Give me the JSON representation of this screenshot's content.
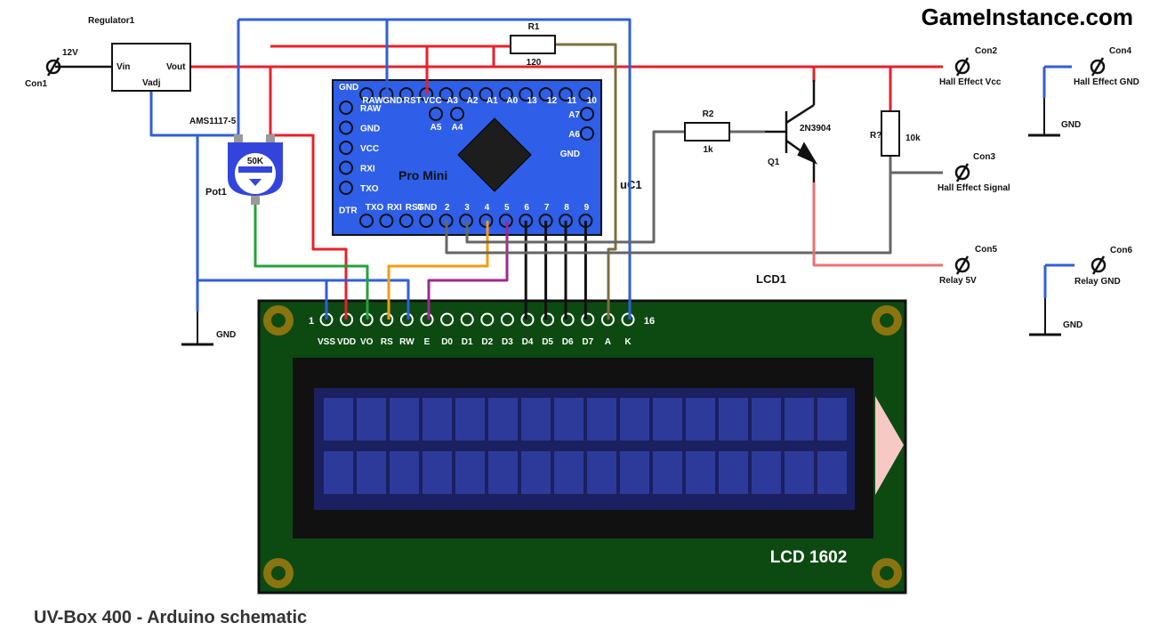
{
  "site_title": "GameInstance.com",
  "diagram_title": "UV-Box 400 - Arduino schematic",
  "regulator": {
    "name": "Regulator1",
    "part": "AMS1117-5",
    "vin": "Vin",
    "vout": "Vout",
    "vadj": "Vadj"
  },
  "con1": {
    "name": "Con1",
    "label": "12V"
  },
  "pot": {
    "name": "Pot1",
    "value": "50K"
  },
  "mcu": {
    "name": "uC1",
    "label": "Pro Mini",
    "top_pins": [
      "GND",
      "RAW",
      "GND",
      "RST",
      "VCC",
      "A3",
      "A2",
      "A1",
      "A0",
      "13",
      "12",
      "11",
      "10"
    ],
    "left_pins": [
      "RAW",
      "GND",
      "VCC",
      "RXI",
      "TXO",
      "DTR"
    ],
    "inner_pins": [
      "A5",
      "A4"
    ],
    "right_pins": [
      "A7",
      "A6",
      "GND"
    ],
    "bottom_pins": [
      "TXO",
      "RXI",
      "RST",
      "GND",
      "2",
      "3",
      "4",
      "5",
      "6",
      "7",
      "8",
      "9"
    ]
  },
  "r1": {
    "name": "R1",
    "value": "120"
  },
  "r2": {
    "name": "R2",
    "value": "1k"
  },
  "r3": {
    "name": "R?",
    "value": "10k"
  },
  "q1": {
    "name": "Q1",
    "part": "2N3904"
  },
  "connectors": {
    "con2": {
      "name": "Con2",
      "label": "Hall Effect Vcc"
    },
    "con3": {
      "name": "Con3",
      "label": "Hall Effect Signal"
    },
    "con4": {
      "name": "Con4",
      "label": "Hall Effect GND"
    },
    "con5": {
      "name": "Con5",
      "label": "Relay 5V"
    },
    "con6": {
      "name": "Con6",
      "label": "Relay GND"
    }
  },
  "gnd_label": "GND",
  "lcd": {
    "name": "LCD1",
    "model": "LCD 1602",
    "pin_first": "1",
    "pin_last": "16",
    "pins": [
      "VSS",
      "VDD",
      "VO",
      "RS",
      "RW",
      "E",
      "D0",
      "D1",
      "D2",
      "D3",
      "D4",
      "D5",
      "D6",
      "D7",
      "A",
      "K"
    ]
  },
  "colors": {
    "power": "#e8202a",
    "ground": "#2f5fd8",
    "contrast": "#27a13a",
    "rs": "#f39c12",
    "enable": "#a0288c",
    "data": "#111111",
    "backlight": "#7a7040",
    "signal": "#666666",
    "relay": "#f07070",
    "pcb_blue": "#2f5fe8",
    "lcd_green": "#0c4a12"
  }
}
